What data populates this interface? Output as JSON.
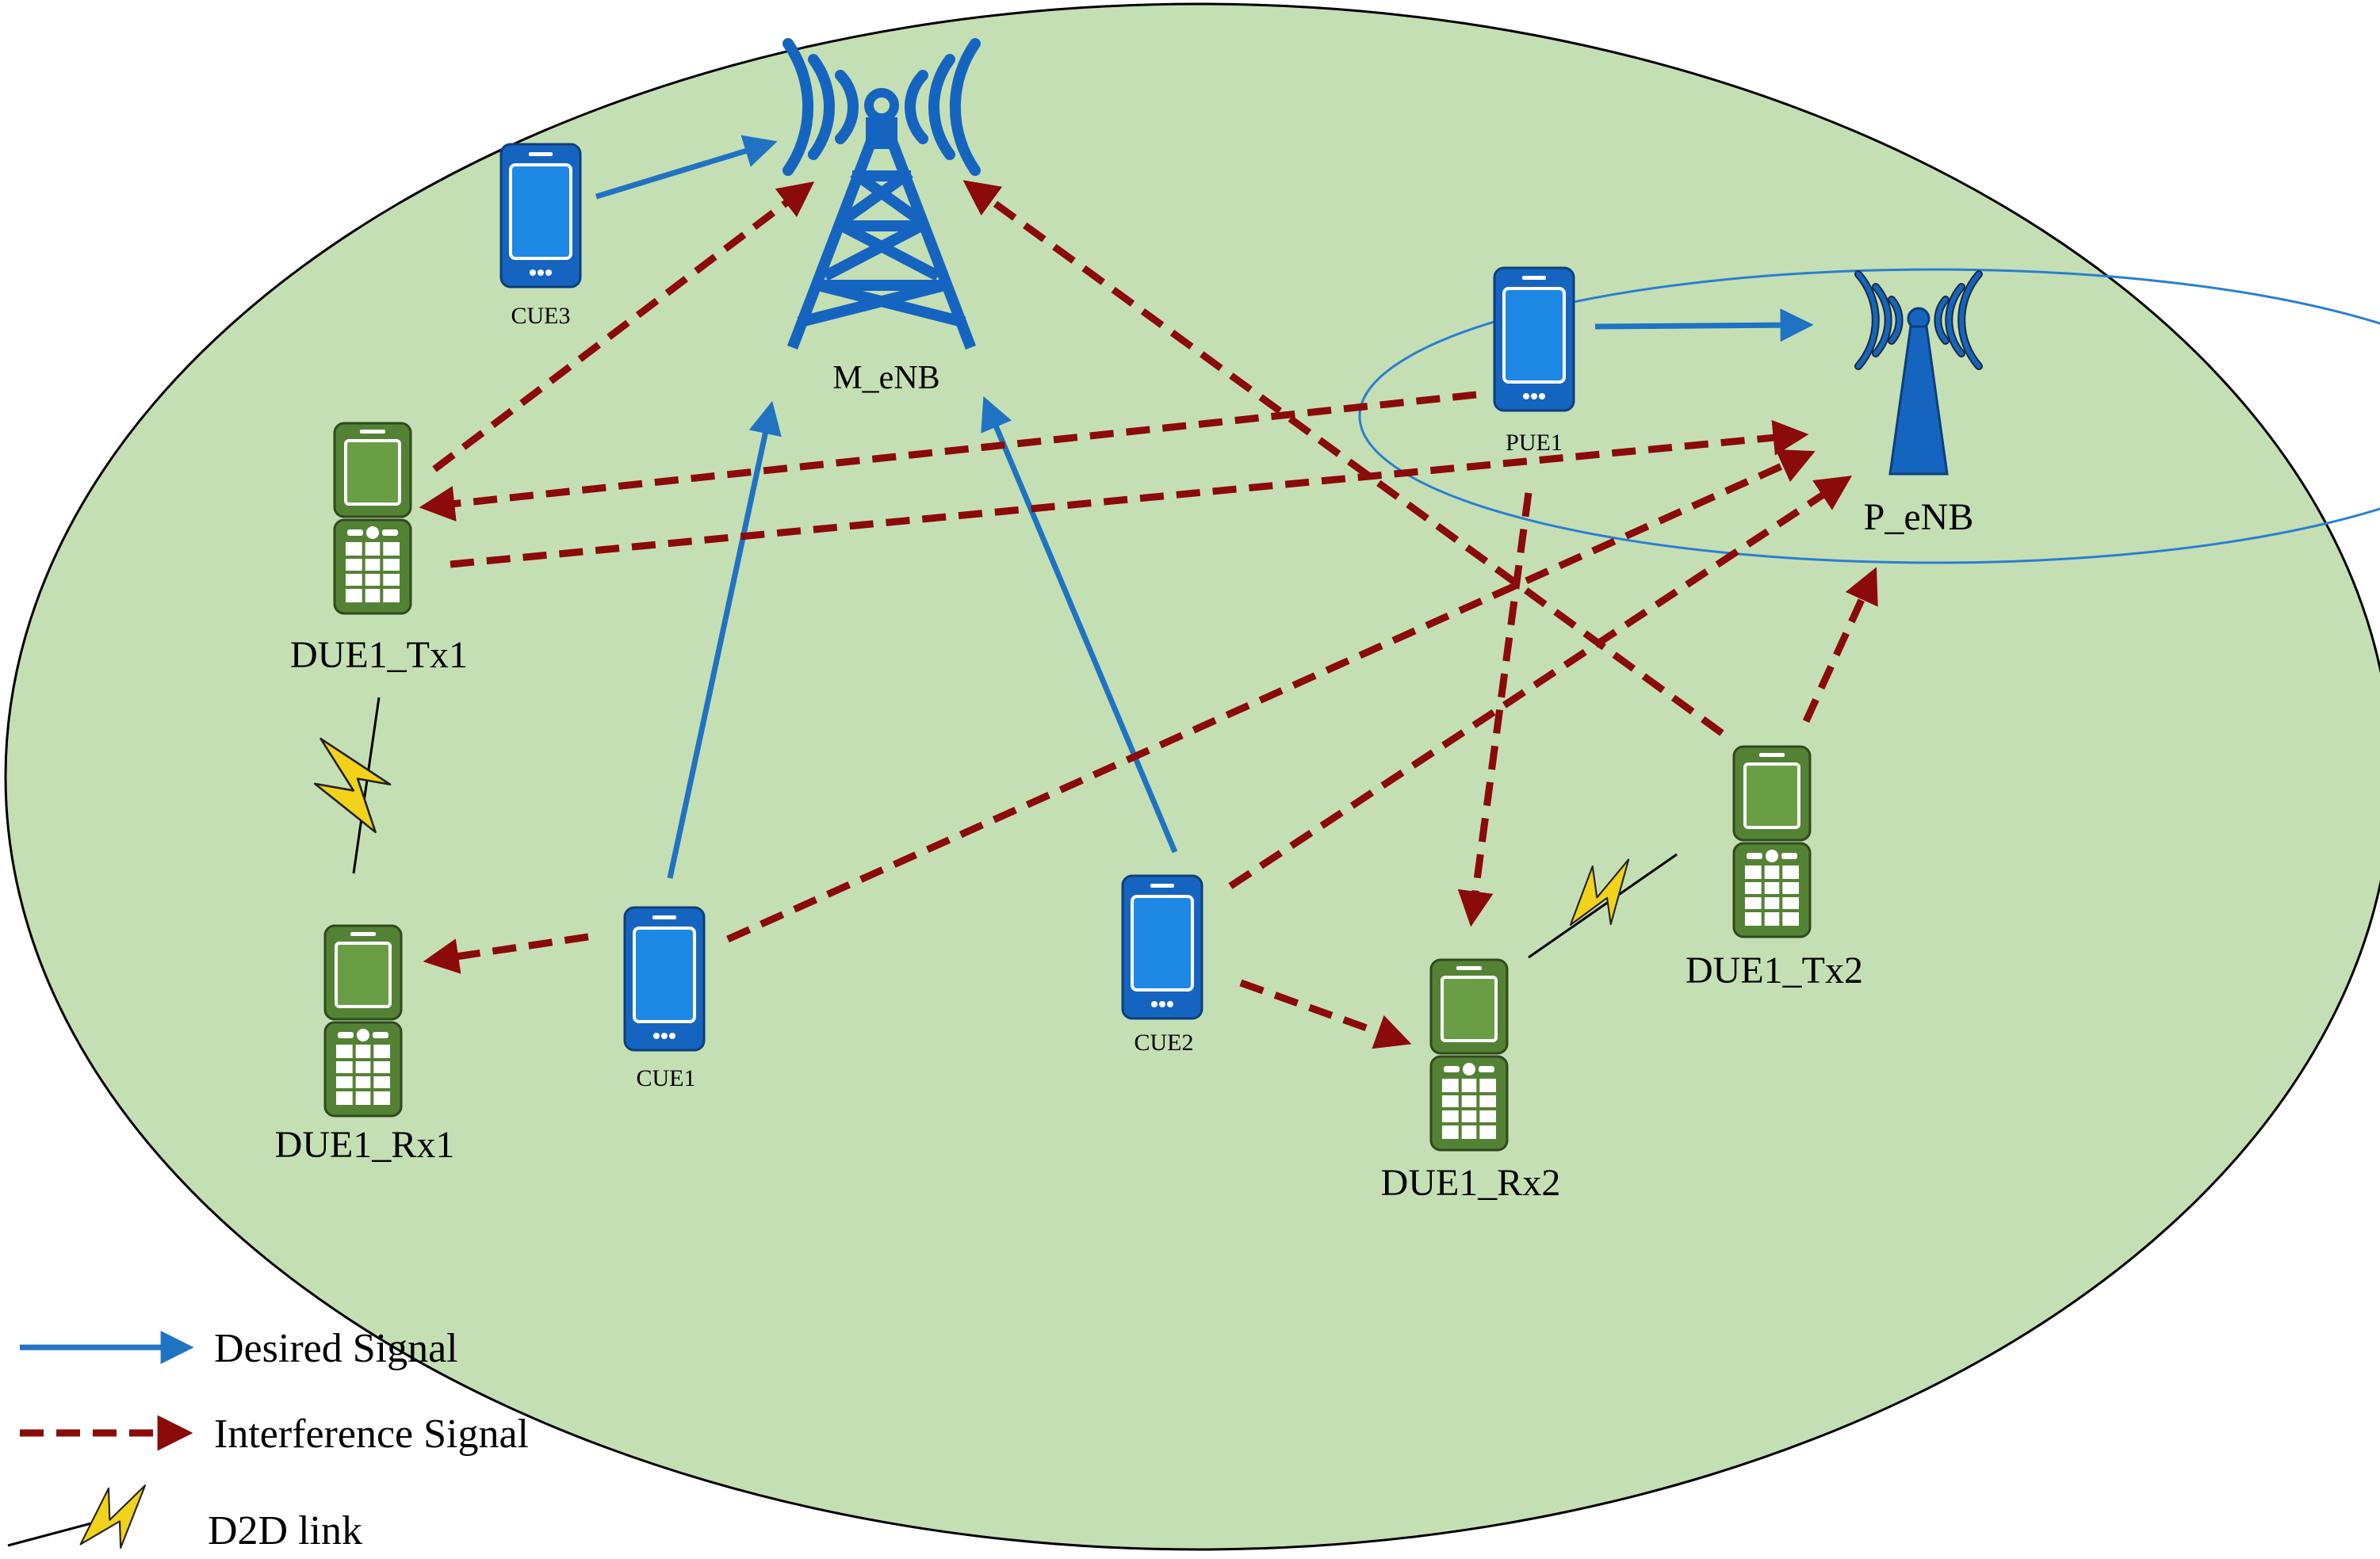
{
  "colors": {
    "cell_fill": "#c5dfb4",
    "cell_stroke": "#000000",
    "desired": "#1f73c2",
    "interference": "#8b0a0a",
    "phone_blue": "#1565c0",
    "phone_green": "#548235",
    "lightning": "#f2d21a"
  },
  "icons": {
    "macro_bs": "cell-tower-icon",
    "pico_bs": "antenna-icon",
    "cellular_ue": "smartphone-icon",
    "d2d_ue": "flip-phone-icon",
    "d2d_link": "lightning-bolt-icon"
  },
  "nodes": {
    "m_enb": "M_eNB",
    "p_enb": "P_eNB",
    "cue1": "CUE1",
    "cue2": "CUE2",
    "cue3": "CUE3",
    "pue1": "PUE1",
    "due1_tx1": "DUE1_Tx1",
    "due1_rx1": "DUE1_Rx1",
    "due1_tx2": "DUE1_Tx2",
    "due1_rx2": "DUE1_Rx2"
  },
  "links": {
    "desired": [
      {
        "from": "CUE3",
        "to": "M_eNB"
      },
      {
        "from": "CUE1",
        "to": "M_eNB"
      },
      {
        "from": "CUE2",
        "to": "M_eNB"
      },
      {
        "from": "PUE1",
        "to": "P_eNB"
      }
    ],
    "interference": [
      {
        "from": "DUE1_Tx1",
        "to": "M_eNB"
      },
      {
        "from": "DUE1_Tx2",
        "to": "M_eNB"
      },
      {
        "from": "PUE1",
        "to": "DUE1_Tx1"
      },
      {
        "from": "DUE1_Tx1",
        "to": "P_eNB"
      },
      {
        "from": "CUE1",
        "to": "P_eNB"
      },
      {
        "from": "CUE2",
        "to": "P_eNB"
      },
      {
        "from": "DUE1_Tx2",
        "to": "P_eNB"
      },
      {
        "from": "CUE1",
        "to": "DUE1_Rx1"
      },
      {
        "from": "CUE2",
        "to": "DUE1_Rx2"
      },
      {
        "from": "PUE1",
        "to": "DUE1_Rx2"
      }
    ],
    "d2d": [
      {
        "from": "DUE1_Tx1",
        "to": "DUE1_Rx1"
      },
      {
        "from": "DUE1_Tx2",
        "to": "DUE1_Rx2"
      }
    ]
  },
  "legend": {
    "desired": "Desired Signal",
    "interference": "Interference Signal",
    "d2d": "D2D link"
  }
}
